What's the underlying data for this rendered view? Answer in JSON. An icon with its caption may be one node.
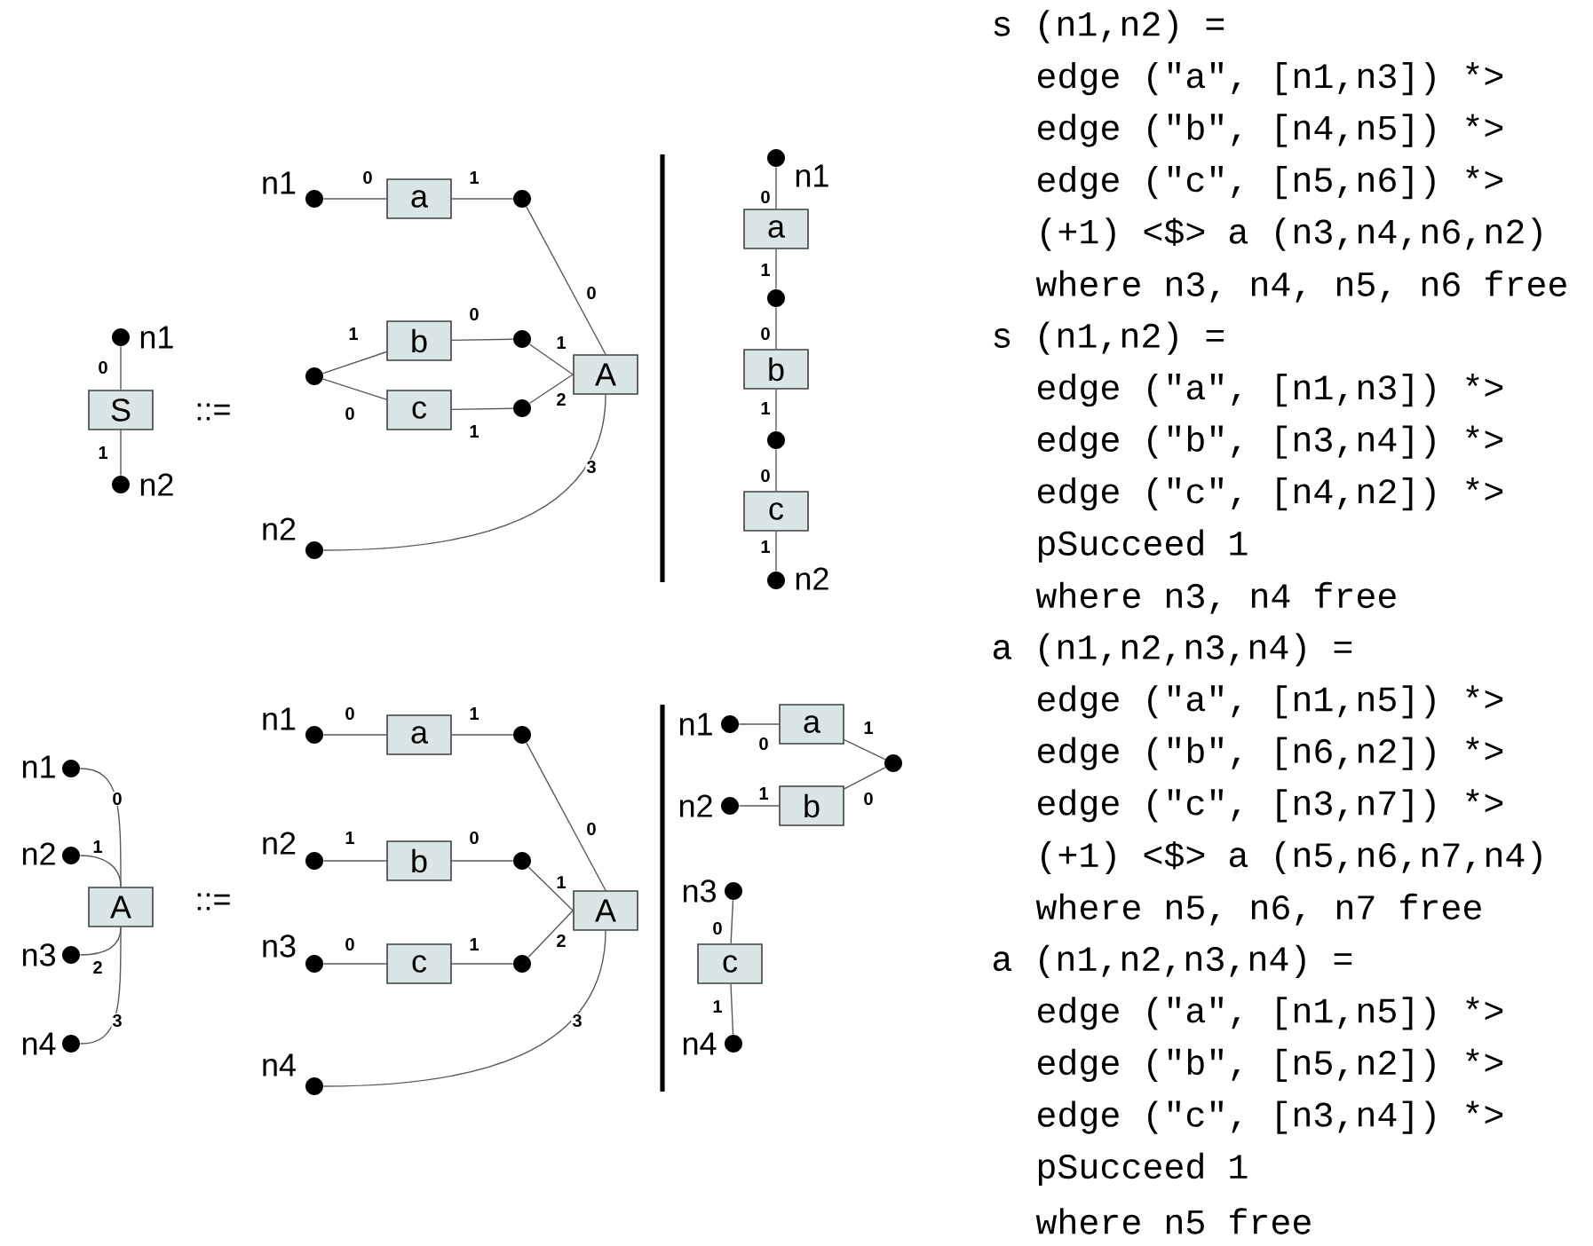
{
  "diagram": {
    "nodes": [
      {
        "text": [],
        "shape": "circle",
        "beside": [
          "n1"
        ]
      },
      {
        "text": [
          "S"
        ]
      },
      {
        "text": [],
        "shape": "circle",
        "beside": [
          "n2"
        ]
      },
      {
        "text": [],
        "shape": "circle",
        "beside": [
          "n1"
        ]
      },
      {
        "text": [
          "a"
        ]
      },
      {
        "text": [],
        "shape": "circle"
      },
      {
        "text": [],
        "shape": "circle"
      },
      {
        "text": [
          "b"
        ]
      },
      {
        "text": [],
        "shape": "circle"
      },
      {
        "text": [
          "c"
        ]
      },
      {
        "text": [],
        "shape": "circle"
      },
      {
        "text": [
          "A"
        ]
      },
      {
        "text": [],
        "shape": "circle",
        "beside": [
          "n2"
        ]
      },
      {
        "text": [],
        "shape": "circle",
        "beside": [
          "n1"
        ]
      },
      {
        "text": [
          "a"
        ]
      },
      {
        "text": [],
        "shape": "circle"
      },
      {
        "text": [
          "b"
        ]
      },
      {
        "text": [],
        "shape": "circle"
      },
      {
        "text": [
          "c"
        ]
      },
      {
        "text": [],
        "shape": "circle",
        "beside": [
          "n2"
        ]
      },
      {
        "text": [],
        "shape": "circle",
        "beside": [
          "n1"
        ]
      },
      {
        "text": [],
        "shape": "circle",
        "beside": [
          "n2"
        ]
      },
      {
        "text": [
          "A"
        ]
      },
      {
        "text": [],
        "shape": "circle",
        "beside": [
          "n3"
        ]
      },
      {
        "text": [],
        "shape": "circle",
        "beside": [
          "n4"
        ]
      },
      {
        "text": [],
        "shape": "circle",
        "beside": [
          "n1"
        ]
      },
      {
        "text": [
          "a"
        ]
      },
      {
        "text": [],
        "shape": "circle"
      },
      {
        "text": [],
        "shape": "circle",
        "beside": [
          "n2"
        ]
      },
      {
        "text": [
          "b"
        ]
      },
      {
        "text": [],
        "shape": "circle"
      },
      {
        "text": [
          "A"
        ]
      },
      {
        "text": [],
        "shape": "circle",
        "beside": [
          "n3"
        ]
      },
      {
        "text": [
          "c"
        ]
      },
      {
        "text": [],
        "shape": "circle"
      },
      {
        "text": [],
        "shape": "circle",
        "beside": [
          "n4"
        ]
      },
      {
        "text": [],
        "shape": "circle",
        "beside": [
          "n1"
        ]
      },
      {
        "text": [
          "a"
        ]
      },
      {
        "text": [],
        "shape": "circle"
      },
      {
        "text": [],
        "shape": "circle",
        "beside": [
          "n2"
        ]
      },
      {
        "text": [
          "b"
        ]
      },
      {
        "text": [],
        "shape": "circle",
        "beside": [
          "n3"
        ]
      },
      {
        "text": [
          "c"
        ]
      },
      {
        "text": [],
        "shape": "circle",
        "beside": [
          "n4"
        ]
      }
    ],
    "edges": [
      {
        "from": 0,
        "to": 1,
        "arrow": "none",
        "label": "0"
      },
      {
        "from": 1,
        "to": 2,
        "arrow": "none",
        "label": "1"
      },
      {
        "from": 3,
        "to": 4,
        "arrow": "none",
        "label": "0"
      },
      {
        "from": 4,
        "to": 5,
        "arrow": "none",
        "label": "1"
      },
      {
        "from": 5,
        "to": 11,
        "arrow": "none",
        "label": "0"
      },
      {
        "from": 6,
        "to": 7,
        "arrow": "none",
        "label": "1"
      },
      {
        "from": 7,
        "to": 8,
        "arrow": "none",
        "label": "0"
      },
      {
        "from": 6,
        "to": 9,
        "arrow": "none",
        "label": "0"
      },
      {
        "from": 9,
        "to": 10,
        "arrow": "none",
        "label": "1"
      },
      {
        "from": 8,
        "to": 11,
        "arrow": "none",
        "label": "1"
      },
      {
        "from": 10,
        "to": 11,
        "arrow": "none",
        "label": "2"
      },
      {
        "from": 11,
        "to": 12,
        "arrow": "none",
        "label": "3"
      },
      {
        "from": 13,
        "to": 14,
        "arrow": "none",
        "label": "0"
      },
      {
        "from": 14,
        "to": 15,
        "arrow": "none",
        "label": "1"
      },
      {
        "from": 15,
        "to": 16,
        "arrow": "none",
        "label": "0"
      },
      {
        "from": 16,
        "to": 17,
        "arrow": "none",
        "label": "1"
      },
      {
        "from": 17,
        "to": 18,
        "arrow": "none",
        "label": "0"
      },
      {
        "from": 18,
        "to": 19,
        "arrow": "none",
        "label": "1"
      },
      {
        "from": 20,
        "to": 22,
        "arrow": "none",
        "label": "0"
      },
      {
        "from": 21,
        "to": 22,
        "arrow": "none",
        "label": "1"
      },
      {
        "from": 23,
        "to": 22,
        "arrow": "none",
        "label": "2"
      },
      {
        "from": 24,
        "to": 22,
        "arrow": "none",
        "label": "3"
      },
      {
        "from": 25,
        "to": 26,
        "arrow": "none",
        "label": "0"
      },
      {
        "from": 26,
        "to": 27,
        "arrow": "none",
        "label": "1"
      },
      {
        "from": 27,
        "to": 31,
        "arrow": "none",
        "label": "0"
      },
      {
        "from": 28,
        "to": 29,
        "arrow": "none",
        "label": "1"
      },
      {
        "from": 29,
        "to": 30,
        "arrow": "none",
        "label": "0"
      },
      {
        "from": 30,
        "to": 31,
        "arrow": "none",
        "label": "1"
      },
      {
        "from": 32,
        "to": 33,
        "arrow": "none",
        "label": "0"
      },
      {
        "from": 33,
        "to": 34,
        "arrow": "none",
        "label": "1"
      },
      {
        "from": 34,
        "to": 31,
        "arrow": "none",
        "label": "2"
      },
      {
        "from": 31,
        "to": 35,
        "arrow": "none",
        "label": "3"
      },
      {
        "from": 36,
        "to": 37,
        "arrow": "none",
        "label": "0"
      },
      {
        "from": 37,
        "to": 38,
        "arrow": "none",
        "label": "1"
      },
      {
        "from": 39,
        "to": 40,
        "arrow": "none",
        "label": "1"
      },
      {
        "from": 40,
        "to": 38,
        "arrow": "none",
        "label": "0"
      },
      {
        "from": 41,
        "to": 42,
        "arrow": "none",
        "label": "0"
      },
      {
        "from": 42,
        "to": 43,
        "arrow": "none",
        "label": "1"
      }
    ],
    "labels": [
      "::=",
      "::=",
      "s (n1,n2) =",
      "edge (\"a\", [n1,n3]) *>",
      "edge (\"b\", [n4,n5]) *>",
      "edge (\"c\", [n5,n6]) *>",
      "(+1) <$> a (n3,n4,n6,n2)",
      "where n3, n4, n5, n6 free",
      "s (n1,n2) =",
      "edge (\"a\", [n1,n3]) *>",
      "edge (\"b\", [n3,n4]) *>",
      "edge (\"c\", [n4,n2]) *>",
      "pSucceed 1",
      "where n3, n4 free",
      "a (n1,n2,n3,n4) =",
      "edge (\"a\", [n1,n5]) *>",
      "edge (\"b\", [n6,n2]) *>",
      "edge (\"c\", [n3,n7]) *>",
      "(+1) <$> a (n5,n6,n7,n4)",
      "where n5, n6, n7 free",
      "a (n1,n2,n3,n4) =",
      "edge (\"a\", [n1,n5]) *>",
      "edge (\"b\", [n5,n2]) *>",
      "edge (\"c\", [n3,n4]) *>",
      "pSucceed 1",
      "where n5 free"
    ]
  }
}
